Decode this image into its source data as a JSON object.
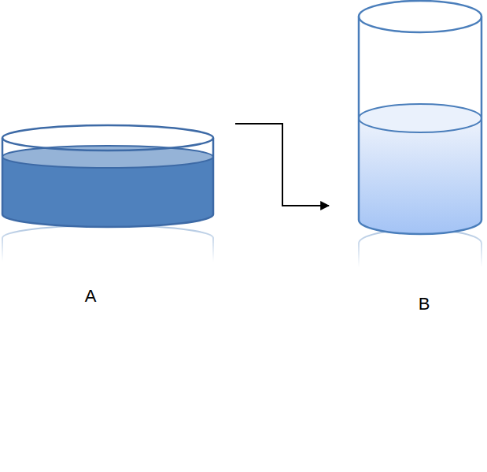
{
  "diagram": {
    "nodes": [
      {
        "text": [
          "A"
        ]
      },
      {
        "text": [
          "B"
        ]
      }
    ],
    "edges": [
      {
        "from": 0,
        "to": 1,
        "arrow": "to"
      }
    ]
  }
}
